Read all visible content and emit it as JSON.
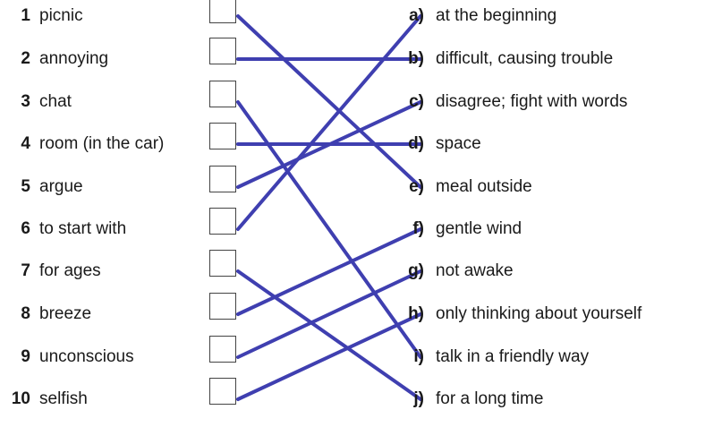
{
  "terms": [
    {
      "num": "1",
      "text": "picnic"
    },
    {
      "num": "2",
      "text": "annoying"
    },
    {
      "num": "3",
      "text": "chat"
    },
    {
      "num": "4",
      "text": "room (in the car)"
    },
    {
      "num": "5",
      "text": "argue"
    },
    {
      "num": "6",
      "text": "to start with"
    },
    {
      "num": "7",
      "text": "for ages"
    },
    {
      "num": "8",
      "text": "breeze"
    },
    {
      "num": "9",
      "text": "unconscious"
    },
    {
      "num": "10",
      "text": "selfish"
    }
  ],
  "definitions": [
    {
      "letter": "a)",
      "text": "at the beginning"
    },
    {
      "letter": "b)",
      "text": "difficult, causing trouble"
    },
    {
      "letter": "c)",
      "text": "disagree; fight with words"
    },
    {
      "letter": "d)",
      "text": "space"
    },
    {
      "letter": "e)",
      "text": "meal outside"
    },
    {
      "letter": "f)",
      "text": "gentle wind"
    },
    {
      "letter": "g)",
      "text": "not awake"
    },
    {
      "letter": "h)",
      "text": "only thinking about yourself"
    },
    {
      "letter": "i)",
      "text": "talk in a friendly way"
    },
    {
      "letter": "j)",
      "text": "for a long time"
    }
  ],
  "matches": [
    {
      "term": "1",
      "definition": "e"
    },
    {
      "term": "2",
      "definition": "b"
    },
    {
      "term": "3",
      "definition": "i"
    },
    {
      "term": "4",
      "definition": "d"
    },
    {
      "term": "5",
      "definition": "c"
    },
    {
      "term": "6",
      "definition": "a"
    },
    {
      "term": "7",
      "definition": "j"
    },
    {
      "term": "8",
      "definition": "f"
    },
    {
      "term": "9",
      "definition": "g"
    },
    {
      "term": "10",
      "definition": "h"
    }
  ],
  "line_color": "#3f3fb0"
}
